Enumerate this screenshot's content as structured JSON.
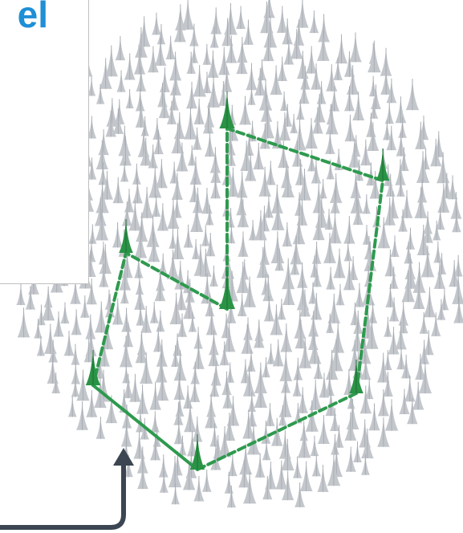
{
  "panel": {
    "title": "el"
  },
  "colors": {
    "spike": "#c3c7cc",
    "spike_dark": "#a9aeb4",
    "path": "#2e9a4e",
    "highlight_spike": "#2a9346",
    "arrow": "#3b4652",
    "title": "#1f8fd6"
  },
  "icons": {
    "spike": "spike-icon",
    "arrow": "curved-arrow-icon"
  },
  "path_style": {
    "loop_1": "dashed",
    "loop_2": "dashed",
    "solid_segments": "lower-left"
  }
}
